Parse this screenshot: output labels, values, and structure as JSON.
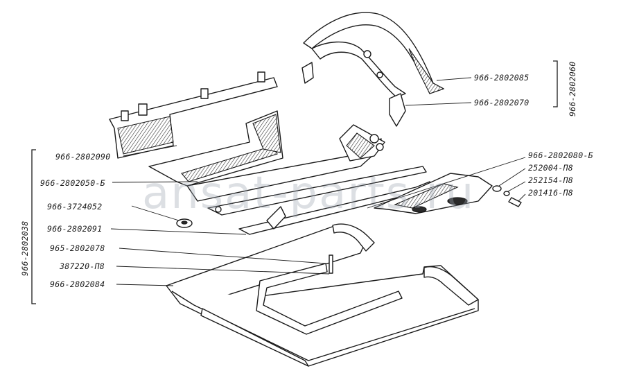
{
  "watermark": "ansat-parts.ru",
  "labels": {
    "p2802085": "966-2802085",
    "p2802070": "966-2802070",
    "g2802060": "966-2802060",
    "p2802090": "966-2802090",
    "p2802080b": "966-2802080-Б",
    "p252004": "252004-П8",
    "p2802050b": "966-2802050-Б",
    "p252154": "252154-П8",
    "p201416": "201416-П8",
    "p3724052": "966-3724052",
    "p2802091": "966-2802091",
    "p2802078": "965-2802078",
    "p387220": "387220-П8",
    "p2802084": "966-2802084",
    "g2802038": "966-2802038"
  }
}
